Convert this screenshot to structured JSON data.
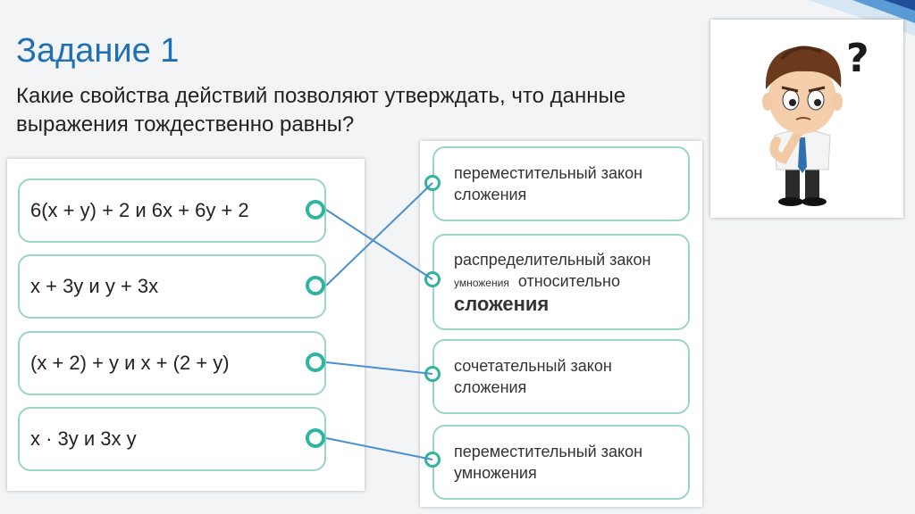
{
  "slide": {
    "title": "Задание 1",
    "question": "Какие свойства действий позволяют утверждать, что данные выражения тождественно равны?"
  },
  "expressions": [
    {
      "text": "6(x + y) + 2 и 6x + 6y + 2"
    },
    {
      "text": "x + 3y и y + 3x"
    },
    {
      "text": "(x + 2) + y и x + (2 + y)"
    },
    {
      "text": "x · 3y и 3x y"
    }
  ],
  "laws": [
    {
      "line1": "переместительный закон",
      "line2": "сложения"
    },
    {
      "line1": "распределительный закон",
      "line2a": "умножения",
      "line2b": "относительно",
      "line3": "сложения"
    },
    {
      "line1": "сочетательный закон",
      "line2": "сложения"
    },
    {
      "line1": "переместительный закон",
      "line2": "умножения"
    }
  ],
  "colors": {
    "title": "#1f6fb5",
    "accent": "#2fb59d",
    "card_border": "#9bd5c8",
    "link": "#4a8fcf"
  },
  "character_icon": "thinking-man-question-icon"
}
